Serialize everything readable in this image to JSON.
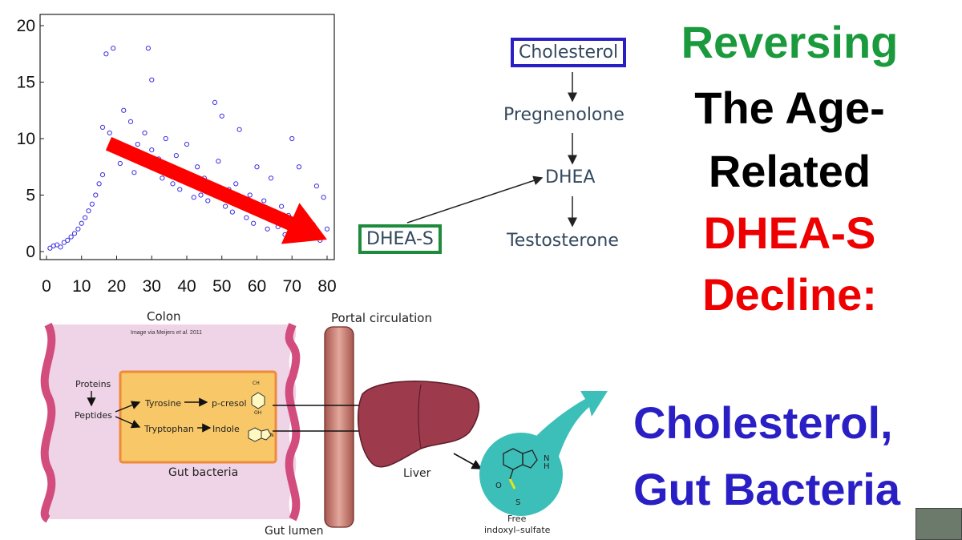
{
  "chart_data": {
    "type": "scatter",
    "title": "",
    "xlabel": "",
    "ylabel": "",
    "xlim": [
      0,
      80
    ],
    "ylim": [
      0,
      20
    ],
    "x_ticks": [
      "0",
      "10",
      "20",
      "30",
      "40",
      "50",
      "60",
      "70",
      "80"
    ],
    "y_ticks": [
      "0",
      "5",
      "10",
      "15",
      "20"
    ],
    "grid": false,
    "marker_color": "#3b2fe0",
    "trend_arrow": {
      "from": [
        20,
        8
      ],
      "to": [
        80,
        0.5
      ],
      "color": "#ff0000"
    },
    "series": [
      {
        "points": [
          [
            1,
            0.3
          ],
          [
            2,
            0.5
          ],
          [
            3,
            0.6
          ],
          [
            4,
            0.4
          ],
          [
            5,
            0.8
          ],
          [
            6,
            1.0
          ],
          [
            7,
            1.3
          ],
          [
            8,
            1.6
          ],
          [
            9,
            2.0
          ],
          [
            10,
            2.5
          ],
          [
            11,
            3.0
          ],
          [
            12,
            3.6
          ],
          [
            13,
            4.2
          ],
          [
            14,
            5.0
          ],
          [
            15,
            6.0
          ],
          [
            16,
            6.8
          ],
          [
            16,
            11.0
          ],
          [
            17,
            17.5
          ],
          [
            18,
            10.5
          ],
          [
            19,
            18.0
          ],
          [
            20,
            9.0
          ],
          [
            21,
            7.8
          ],
          [
            22,
            12.5
          ],
          [
            23,
            8.5
          ],
          [
            24,
            11.5
          ],
          [
            25,
            7.0
          ],
          [
            26,
            9.5
          ],
          [
            27,
            8.0
          ],
          [
            28,
            10.5
          ],
          [
            29,
            18.0
          ],
          [
            30,
            15.2
          ],
          [
            30,
            9.0
          ],
          [
            31,
            7.5
          ],
          [
            32,
            8.2
          ],
          [
            33,
            6.5
          ],
          [
            34,
            10.0
          ],
          [
            35,
            7.2
          ],
          [
            36,
            6.0
          ],
          [
            37,
            8.5
          ],
          [
            38,
            5.5
          ],
          [
            39,
            7.0
          ],
          [
            40,
            9.5
          ],
          [
            41,
            6.2
          ],
          [
            42,
            4.8
          ],
          [
            43,
            7.5
          ],
          [
            44,
            5.0
          ],
          [
            45,
            6.5
          ],
          [
            46,
            4.5
          ],
          [
            47,
            5.8
          ],
          [
            48,
            13.2
          ],
          [
            49,
            8.0
          ],
          [
            50,
            12.0
          ],
          [
            51,
            4.0
          ],
          [
            52,
            5.5
          ],
          [
            53,
            3.5
          ],
          [
            54,
            6.0
          ],
          [
            55,
            10.8
          ],
          [
            56,
            4.2
          ],
          [
            57,
            3.0
          ],
          [
            58,
            5.0
          ],
          [
            59,
            2.5
          ],
          [
            60,
            7.5
          ],
          [
            61,
            3.8
          ],
          [
            62,
            4.5
          ],
          [
            63,
            2.0
          ],
          [
            64,
            6.5
          ],
          [
            65,
            3.0
          ],
          [
            66,
            2.2
          ],
          [
            67,
            4.0
          ],
          [
            68,
            1.5
          ],
          [
            69,
            3.2
          ],
          [
            70,
            10.0
          ],
          [
            71,
            2.5
          ],
          [
            72,
            7.5
          ],
          [
            73,
            1.8
          ],
          [
            74,
            3.0
          ],
          [
            75,
            1.2
          ],
          [
            76,
            2.4
          ],
          [
            77,
            5.8
          ],
          [
            78,
            1.0
          ],
          [
            79,
            4.8
          ],
          [
            80,
            2.0
          ]
        ]
      }
    ]
  },
  "pathway": {
    "cholesterol": "Cholesterol",
    "pregnenolone": "Pregnenolone",
    "dhea": "DHEA",
    "testosterone": "Testosterone",
    "dheas": "DHEA-S",
    "cholesterol_box_color": "#2a1fc4",
    "dheas_box_color": "#1e8a3c"
  },
  "title": {
    "line1": "Reversing",
    "line2": "The Age-",
    "line3": "Related",
    "line4": "DHEA-S",
    "line5": "Decline:",
    "line1_color": "#1a9a3c",
    "line4_color": "#ee0000",
    "sub1": "Cholesterol,",
    "sub2": "Gut Bacteria",
    "sub_color": "#2a1fc4"
  },
  "gut": {
    "colon": "Colon",
    "credit_prefix": "Image via Meijers ",
    "credit_italic": "et al.",
    "credit_suffix": " 2011",
    "proteins": "Proteins",
    "peptides": "Peptides",
    "tyrosine": "Tyrosine",
    "pcresol": "p-cresol",
    "tryptophan": "Tryptophan",
    "indole": "Indole",
    "gut_bacteria": "Gut bacteria",
    "portal": "Portal  circulation",
    "liver": "Liver",
    "gut_lumen": "Gut lumen",
    "free": "Free",
    "indoxyl": "indoxyl–sulfate",
    "ch3": "CH",
    "oh": "OH",
    "atom_n": "N",
    "atom_h": "H",
    "atom_o": "O",
    "atom_s": "S"
  }
}
